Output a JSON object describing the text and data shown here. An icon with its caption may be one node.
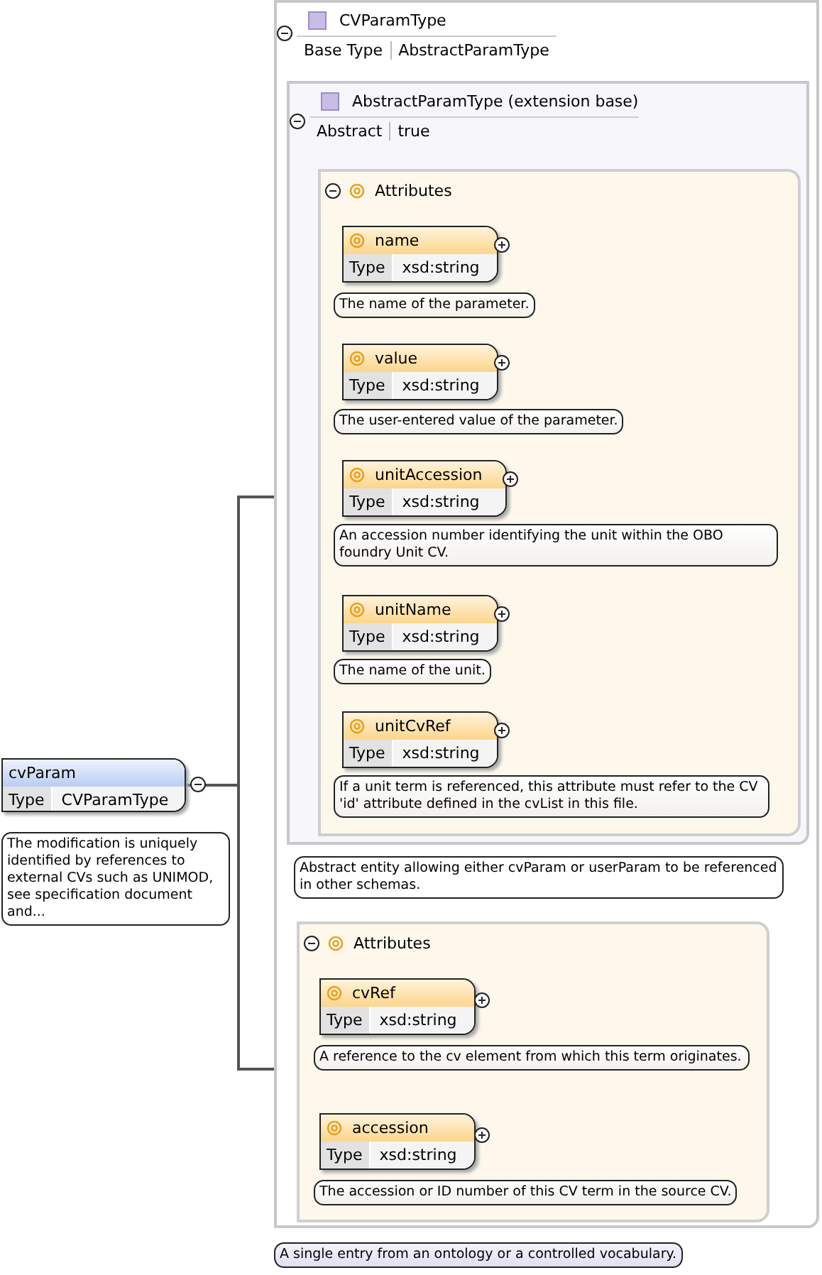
{
  "diagram": {
    "nodes": [
      {
        "text": [
          "cvParam",
          "Type",
          "CVParamType"
        ],
        "beside": [
          "The modification is uniquely identified by references to external CVs such as UNIMOD, see specification document and..."
        ]
      },
      {
        "text": [
          "CVParamType",
          "Base Type",
          "AbstractParamType"
        ],
        "beside": [
          "A single entry from an ontology or a controlled vocabulary."
        ]
      },
      {
        "text": [
          "AbstractParamType (extension base)",
          "Abstract",
          "true"
        ],
        "in": 1,
        "beside": [
          "Abstract entity allowing either cvParam or userParam to be referenced in other schemas."
        ]
      },
      {
        "text": [
          "Attributes"
        ],
        "in": 2
      },
      {
        "text": [
          "name",
          "Type",
          "xsd:string"
        ],
        "in": 3,
        "beside": [
          "The name of the parameter."
        ]
      },
      {
        "text": [
          "value",
          "Type",
          "xsd:string"
        ],
        "in": 3,
        "beside": [
          "The user-entered value of the parameter."
        ]
      },
      {
        "text": [
          "unitAccession",
          "Type",
          "xsd:string"
        ],
        "in": 3,
        "beside": [
          "An accession number identifying the unit within the OBO foundry Unit CV."
        ]
      },
      {
        "text": [
          "unitName",
          "Type",
          "xsd:string"
        ],
        "in": 3,
        "beside": [
          "The name of the unit."
        ]
      },
      {
        "text": [
          "unitCvRef",
          "Type",
          "xsd:string"
        ],
        "in": 3,
        "beside": [
          "If a unit term is referenced, this attribute must refer to the CV 'id' attribute defined in the cvList in this file."
        ]
      },
      {
        "text": [
          "Attributes"
        ],
        "in": 1
      },
      {
        "text": [
          "cvRef",
          "Type",
          "xsd:string"
        ],
        "in": 9,
        "beside": [
          "A reference to the cv element from which this term originates."
        ]
      },
      {
        "text": [
          "accession",
          "Type",
          "xsd:string"
        ],
        "in": 9,
        "beside": [
          "The accession or ID number of this CV term in the source CV."
        ]
      }
    ],
    "edges": [
      {
        "from": 0,
        "to": 3,
        "arrow": "none"
      },
      {
        "from": 0,
        "to": 9,
        "arrow": "none"
      }
    ]
  }
}
